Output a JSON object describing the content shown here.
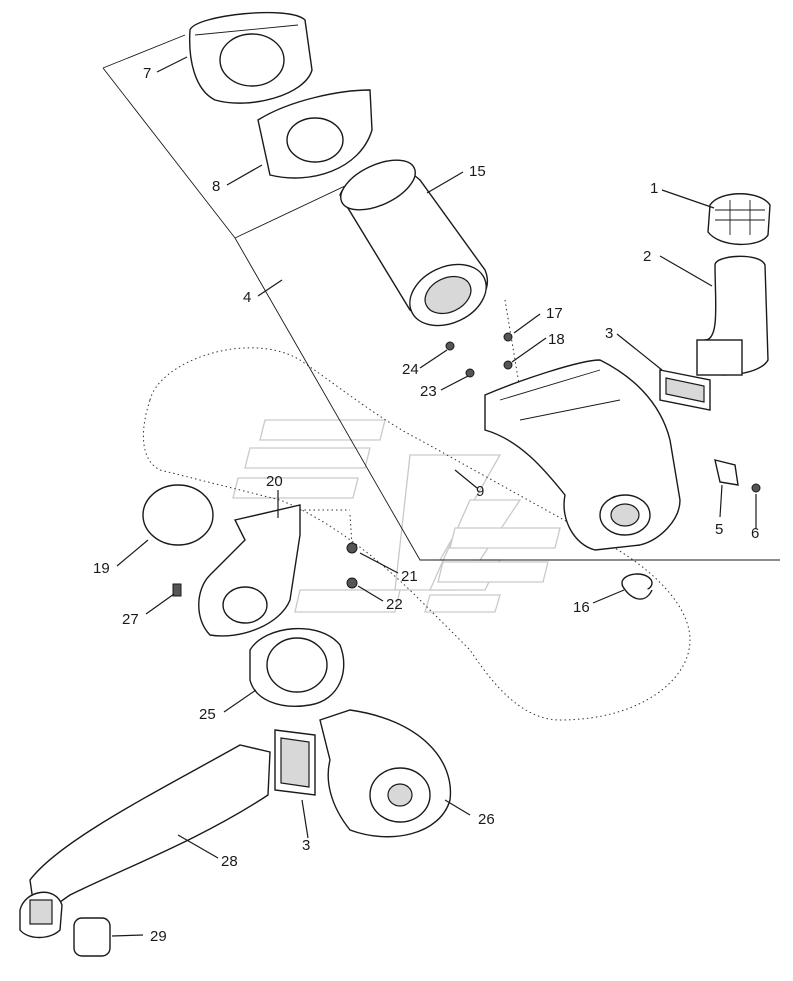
{
  "callouts": [
    {
      "id": "c7",
      "text": "7"
    },
    {
      "id": "c8",
      "text": "8"
    },
    {
      "id": "c4",
      "text": "4"
    },
    {
      "id": "c15",
      "text": "15"
    },
    {
      "id": "c1",
      "text": "1"
    },
    {
      "id": "c2",
      "text": "2"
    },
    {
      "id": "c3a",
      "text": "3"
    },
    {
      "id": "c17",
      "text": "17"
    },
    {
      "id": "c18",
      "text": "18"
    },
    {
      "id": "c24",
      "text": "24"
    },
    {
      "id": "c23",
      "text": "23"
    },
    {
      "id": "c9",
      "text": "9"
    },
    {
      "id": "c20",
      "text": "20"
    },
    {
      "id": "c19",
      "text": "19"
    },
    {
      "id": "c21",
      "text": "21"
    },
    {
      "id": "c22",
      "text": "22"
    },
    {
      "id": "c27",
      "text": "27"
    },
    {
      "id": "c5",
      "text": "5"
    },
    {
      "id": "c6",
      "text": "6"
    },
    {
      "id": "c16",
      "text": "16"
    },
    {
      "id": "c25",
      "text": "25"
    },
    {
      "id": "c26",
      "text": "26"
    },
    {
      "id": "c3b",
      "text": "3"
    },
    {
      "id": "c28",
      "text": "28"
    },
    {
      "id": "c29",
      "text": "29"
    }
  ]
}
